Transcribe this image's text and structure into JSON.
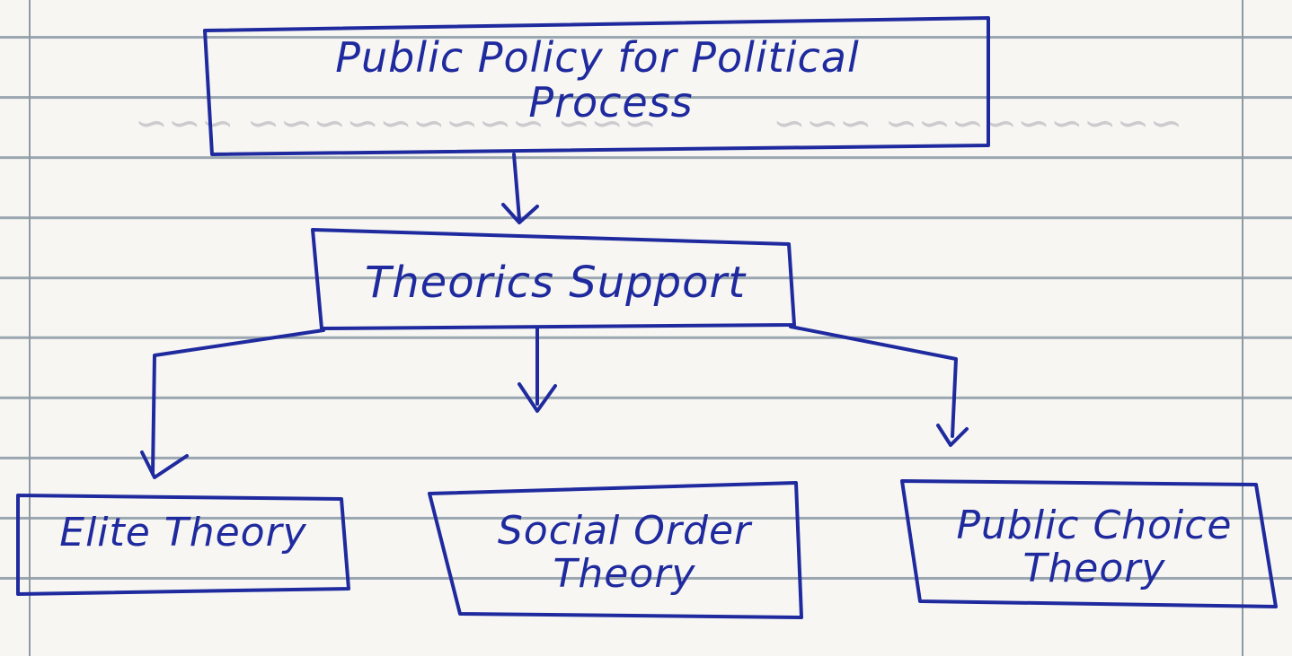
{
  "diagram": {
    "root": {
      "line1": "Public Policy for Political",
      "line2": "Process"
    },
    "middle": {
      "label": "Theorics Support"
    },
    "leaves": [
      {
        "line1": "Elite Theory",
        "line2": ""
      },
      {
        "line1": "Social Order",
        "line2": "Theory"
      },
      {
        "line1": "Public Choice",
        "line2": "Theory"
      }
    ]
  },
  "colors": {
    "ink": "#1f2a9e",
    "paper": "#f7f6f3",
    "rule": "#9aa6b0"
  }
}
